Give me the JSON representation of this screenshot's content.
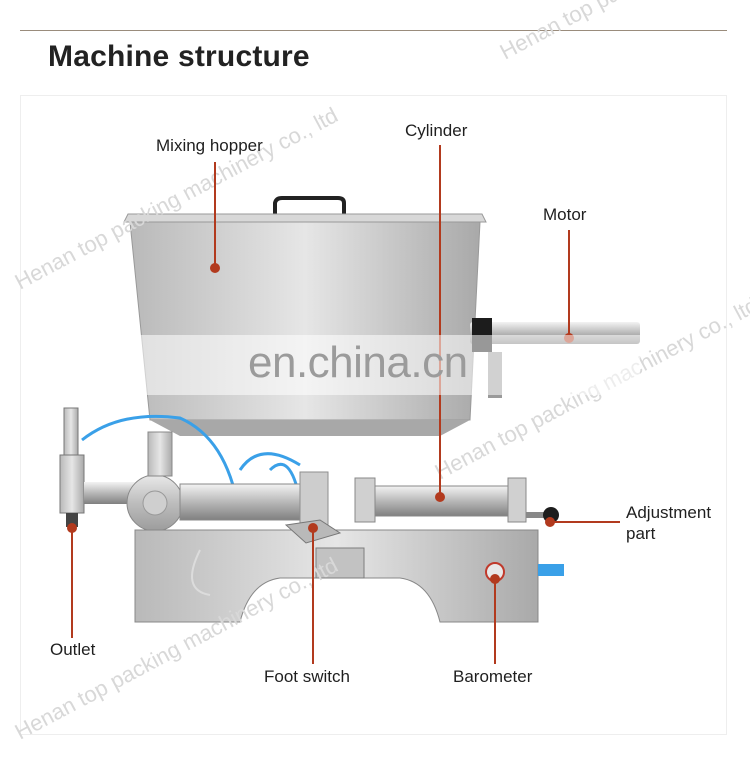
{
  "header": {
    "title": "Machine structure"
  },
  "labels": {
    "mixing_hopper": "Mixing hopper",
    "cylinder": "Cylinder",
    "motor": "Motor",
    "adjustment_part": "Adjustment part",
    "outlet": "Outlet",
    "foot_switch": "Foot switch",
    "barometer": "Barometer"
  },
  "watermark": {
    "brand": "en.china.cn",
    "company": "Henan top packing machinery co., ltd"
  },
  "colors": {
    "callout": "#b23a1e",
    "steel": "#c9c9c9",
    "steel_dark": "#8e8e8e",
    "tube": "#3aa0e8"
  }
}
